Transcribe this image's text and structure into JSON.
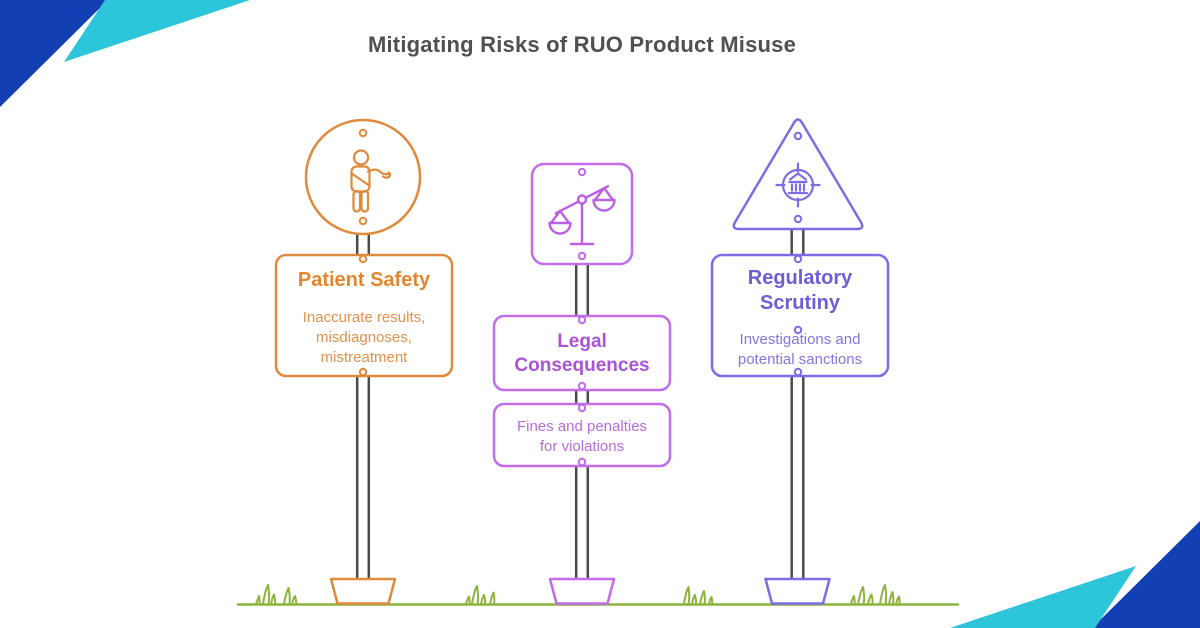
{
  "title": "Mitigating Risks of RUO Product Misuse",
  "signs": [
    {
      "name": "patient-safety",
      "plate_shape": "circle",
      "icon": "patient-icon",
      "accent_color": "#df8a3c",
      "title": "Patient Safety",
      "body": "Inaccurate results,\nmisdiagnoses,\nmistreatment"
    },
    {
      "name": "legal-consequences",
      "plate_shape": "square",
      "icon": "scales-of-justice-icon",
      "accent_color": "#c36ceb",
      "title": "Legal Consequences",
      "body": "Fines and penalties\nfor violations"
    },
    {
      "name": "regulatory-scrutiny",
      "plate_shape": "triangle",
      "icon": "institution-target-icon",
      "accent_color": "#7b6de6",
      "title": "Regulatory Scrutiny",
      "body": "Investigations and\npotential sanctions"
    }
  ],
  "decor": {
    "corner_blue": "#1240b4",
    "corner_cyan": "#2cc5da",
    "ground_green": "#8cb43d",
    "post_gray": "#4b4b4b",
    "title_color": "#4f5052"
  }
}
